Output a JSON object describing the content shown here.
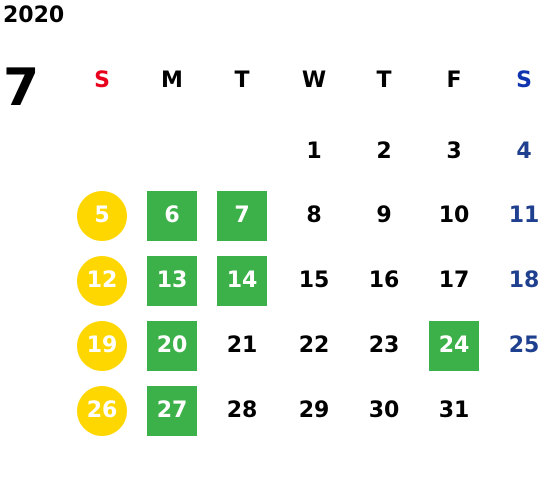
{
  "year": "2020",
  "month": "7",
  "weekdays": [
    "S",
    "M",
    "T",
    "W",
    "T",
    "F",
    "S"
  ],
  "colors": {
    "sunday_header": "#e8001c",
    "saturday_header": "#1034b0",
    "saturday_date": "#1f3f8f",
    "sunday_highlight": "#ffd700",
    "closed_day_highlight": "#3cb14a"
  },
  "weeks": [
    [
      null,
      null,
      null,
      {
        "day": "1"
      },
      {
        "day": "2"
      },
      {
        "day": "3"
      },
      {
        "day": "4",
        "style": "sat"
      }
    ],
    [
      {
        "day": "5",
        "style": "hol-sun"
      },
      {
        "day": "6",
        "style": "hol-green"
      },
      {
        "day": "7",
        "style": "hol-green"
      },
      {
        "day": "8"
      },
      {
        "day": "9"
      },
      {
        "day": "10"
      },
      {
        "day": "11",
        "style": "sat"
      }
    ],
    [
      {
        "day": "12",
        "style": "hol-sun"
      },
      {
        "day": "13",
        "style": "hol-green"
      },
      {
        "day": "14",
        "style": "hol-green"
      },
      {
        "day": "15"
      },
      {
        "day": "16"
      },
      {
        "day": "17"
      },
      {
        "day": "18",
        "style": "sat"
      }
    ],
    [
      {
        "day": "19",
        "style": "hol-sun"
      },
      {
        "day": "20",
        "style": "hol-green"
      },
      {
        "day": "21"
      },
      {
        "day": "22"
      },
      {
        "day": "23"
      },
      {
        "day": "24",
        "style": "hol-green"
      },
      {
        "day": "25",
        "style": "sat"
      }
    ],
    [
      {
        "day": "26",
        "style": "hol-sun"
      },
      {
        "day": "27",
        "style": "hol-green"
      },
      {
        "day": "28"
      },
      {
        "day": "29"
      },
      {
        "day": "30"
      },
      {
        "day": "31"
      },
      null
    ]
  ]
}
